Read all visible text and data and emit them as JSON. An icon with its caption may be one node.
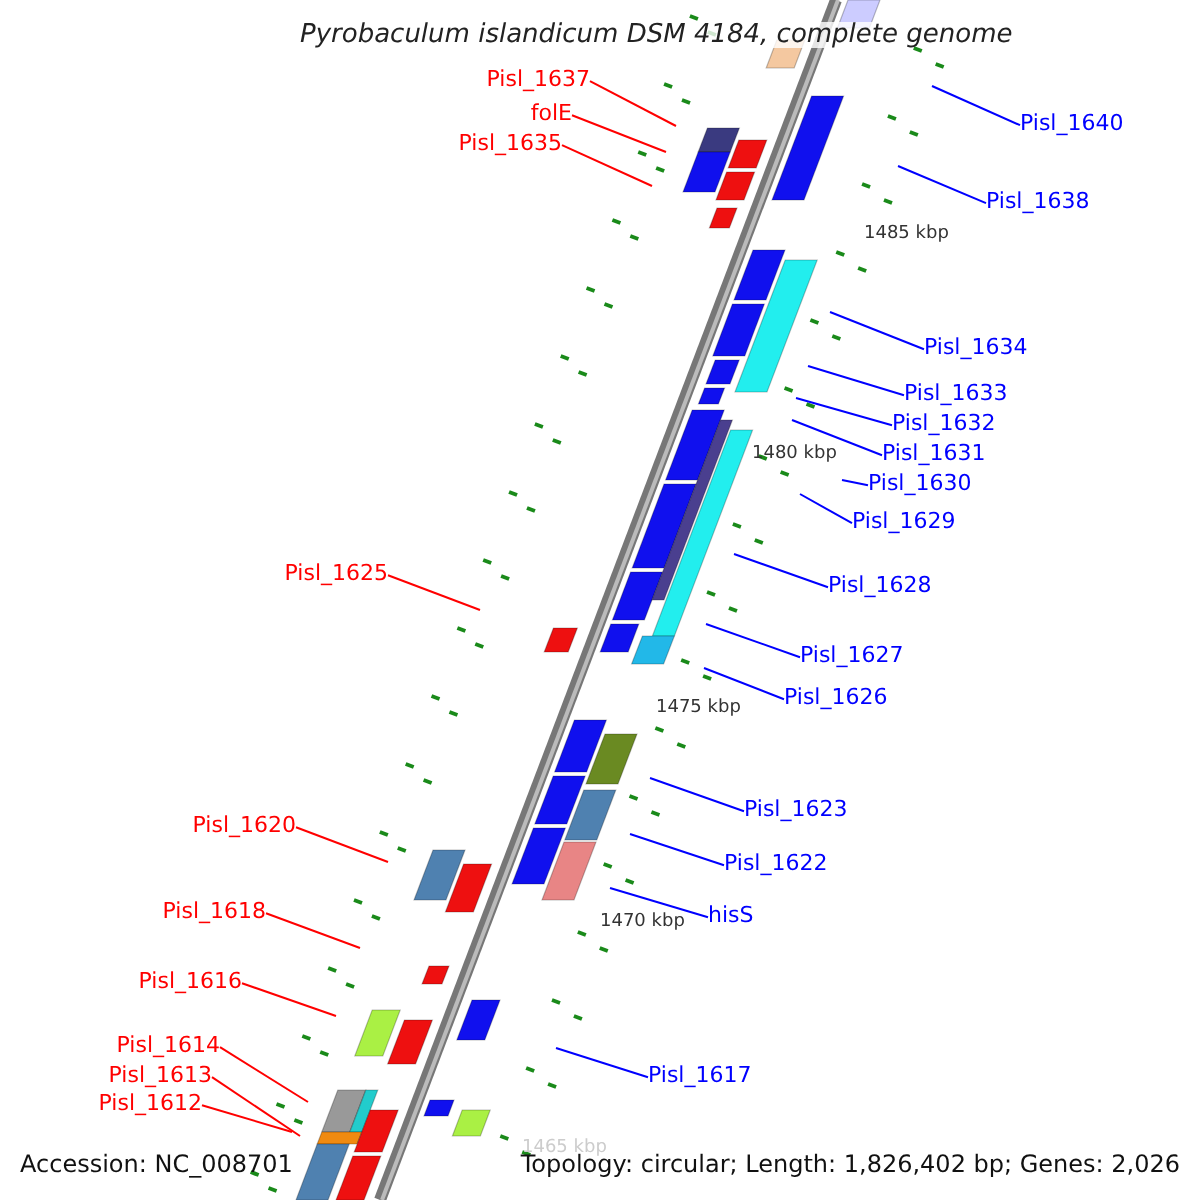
{
  "diagram": {
    "title": "Pyrobaculum islandicum DSM 4184, complete genome",
    "nodes": [
      {
        "text": [
          "Pisl_1637"
        ]
      },
      {
        "text": [
          "folE"
        ]
      },
      {
        "text": [
          "Pisl_1640"
        ]
      },
      {
        "text": [
          "Pisl_1635"
        ]
      },
      {
        "text": [
          "Pisl_1638"
        ]
      },
      {
        "text": [
          "Pisl_1634"
        ]
      },
      {
        "text": [
          "Pisl_1633"
        ]
      },
      {
        "text": [
          "Pisl_1632"
        ]
      },
      {
        "text": [
          "Pisl_1631"
        ]
      },
      {
        "text": [
          "Pisl_1630"
        ]
      },
      {
        "text": [
          "Pisl_1629"
        ]
      },
      {
        "text": [
          "Pisl_1625"
        ]
      },
      {
        "text": [
          "Pisl_1628"
        ]
      },
      {
        "text": [
          "Pisl_1627"
        ]
      },
      {
        "text": [
          "Pisl_1626"
        ]
      },
      {
        "text": [
          "Pisl_1623"
        ]
      },
      {
        "text": [
          "Pisl_1620"
        ]
      },
      {
        "text": [
          "Pisl_1622"
        ]
      },
      {
        "text": [
          "Pisl_1618"
        ]
      },
      {
        "text": [
          "hisS"
        ]
      },
      {
        "text": [
          "Pisl_1616"
        ]
      },
      {
        "text": [
          "Pisl_1614"
        ]
      },
      {
        "text": [
          "Pisl_1617"
        ]
      },
      {
        "text": [
          "Pisl_1613"
        ]
      },
      {
        "text": [
          "Pisl_1612"
        ]
      }
    ],
    "edges": [
      {
        "from": 0,
        "to": null,
        "arrow": "none",
        "color": "#ff0000"
      },
      {
        "from": 1,
        "to": null,
        "arrow": "none",
        "color": "#ff0000"
      },
      {
        "from": 2,
        "to": null,
        "arrow": "none"
      },
      {
        "from": 3,
        "to": null,
        "arrow": "none",
        "color": "#ff0000"
      },
      {
        "from": 4,
        "to": null,
        "arrow": "none"
      },
      {
        "from": 5,
        "to": null,
        "arrow": "none"
      },
      {
        "from": 6,
        "to": null,
        "arrow": "none"
      },
      {
        "from": 7,
        "to": null,
        "arrow": "none"
      },
      {
        "from": 8,
        "to": null,
        "arrow": "none"
      },
      {
        "from": 9,
        "to": null,
        "arrow": "none"
      },
      {
        "from": 10,
        "to": null,
        "arrow": "none"
      },
      {
        "from": 11,
        "to": null,
        "arrow": "none",
        "color": "#ff0000"
      },
      {
        "from": 12,
        "to": null,
        "arrow": "none"
      },
      {
        "from": 13,
        "to": null,
        "arrow": "none"
      },
      {
        "from": 14,
        "to": null,
        "arrow": "none"
      },
      {
        "from": 15,
        "to": null,
        "arrow": "none"
      },
      {
        "from": 16,
        "to": null,
        "arrow": "none",
        "color": "#ff0000"
      },
      {
        "from": 17,
        "to": null,
        "arrow": "none"
      },
      {
        "from": 18,
        "to": null,
        "arrow": "none",
        "color": "#ff0000"
      },
      {
        "from": 19,
        "to": null,
        "arrow": "none"
      },
      {
        "from": 20,
        "to": null,
        "arrow": "none",
        "color": "#ff0000"
      },
      {
        "from": 21,
        "to": null,
        "arrow": "none",
        "color": "#ff0000"
      },
      {
        "from": 22,
        "to": null,
        "arrow": "none"
      },
      {
        "from": 23,
        "to": null,
        "arrow": "none",
        "color": "#ff0000"
      },
      {
        "from": 24,
        "to": null,
        "arrow": "none",
        "color": "#ff0000"
      }
    ],
    "labels": [
      "1485 kbp",
      "1480 kbp",
      "1475 kbp",
      "1470 kbp",
      "1465 kbp",
      "Accession: NC_008701",
      "Topology: circular; Length: 1,826,402 bp; Genes: 2,026"
    ]
  }
}
